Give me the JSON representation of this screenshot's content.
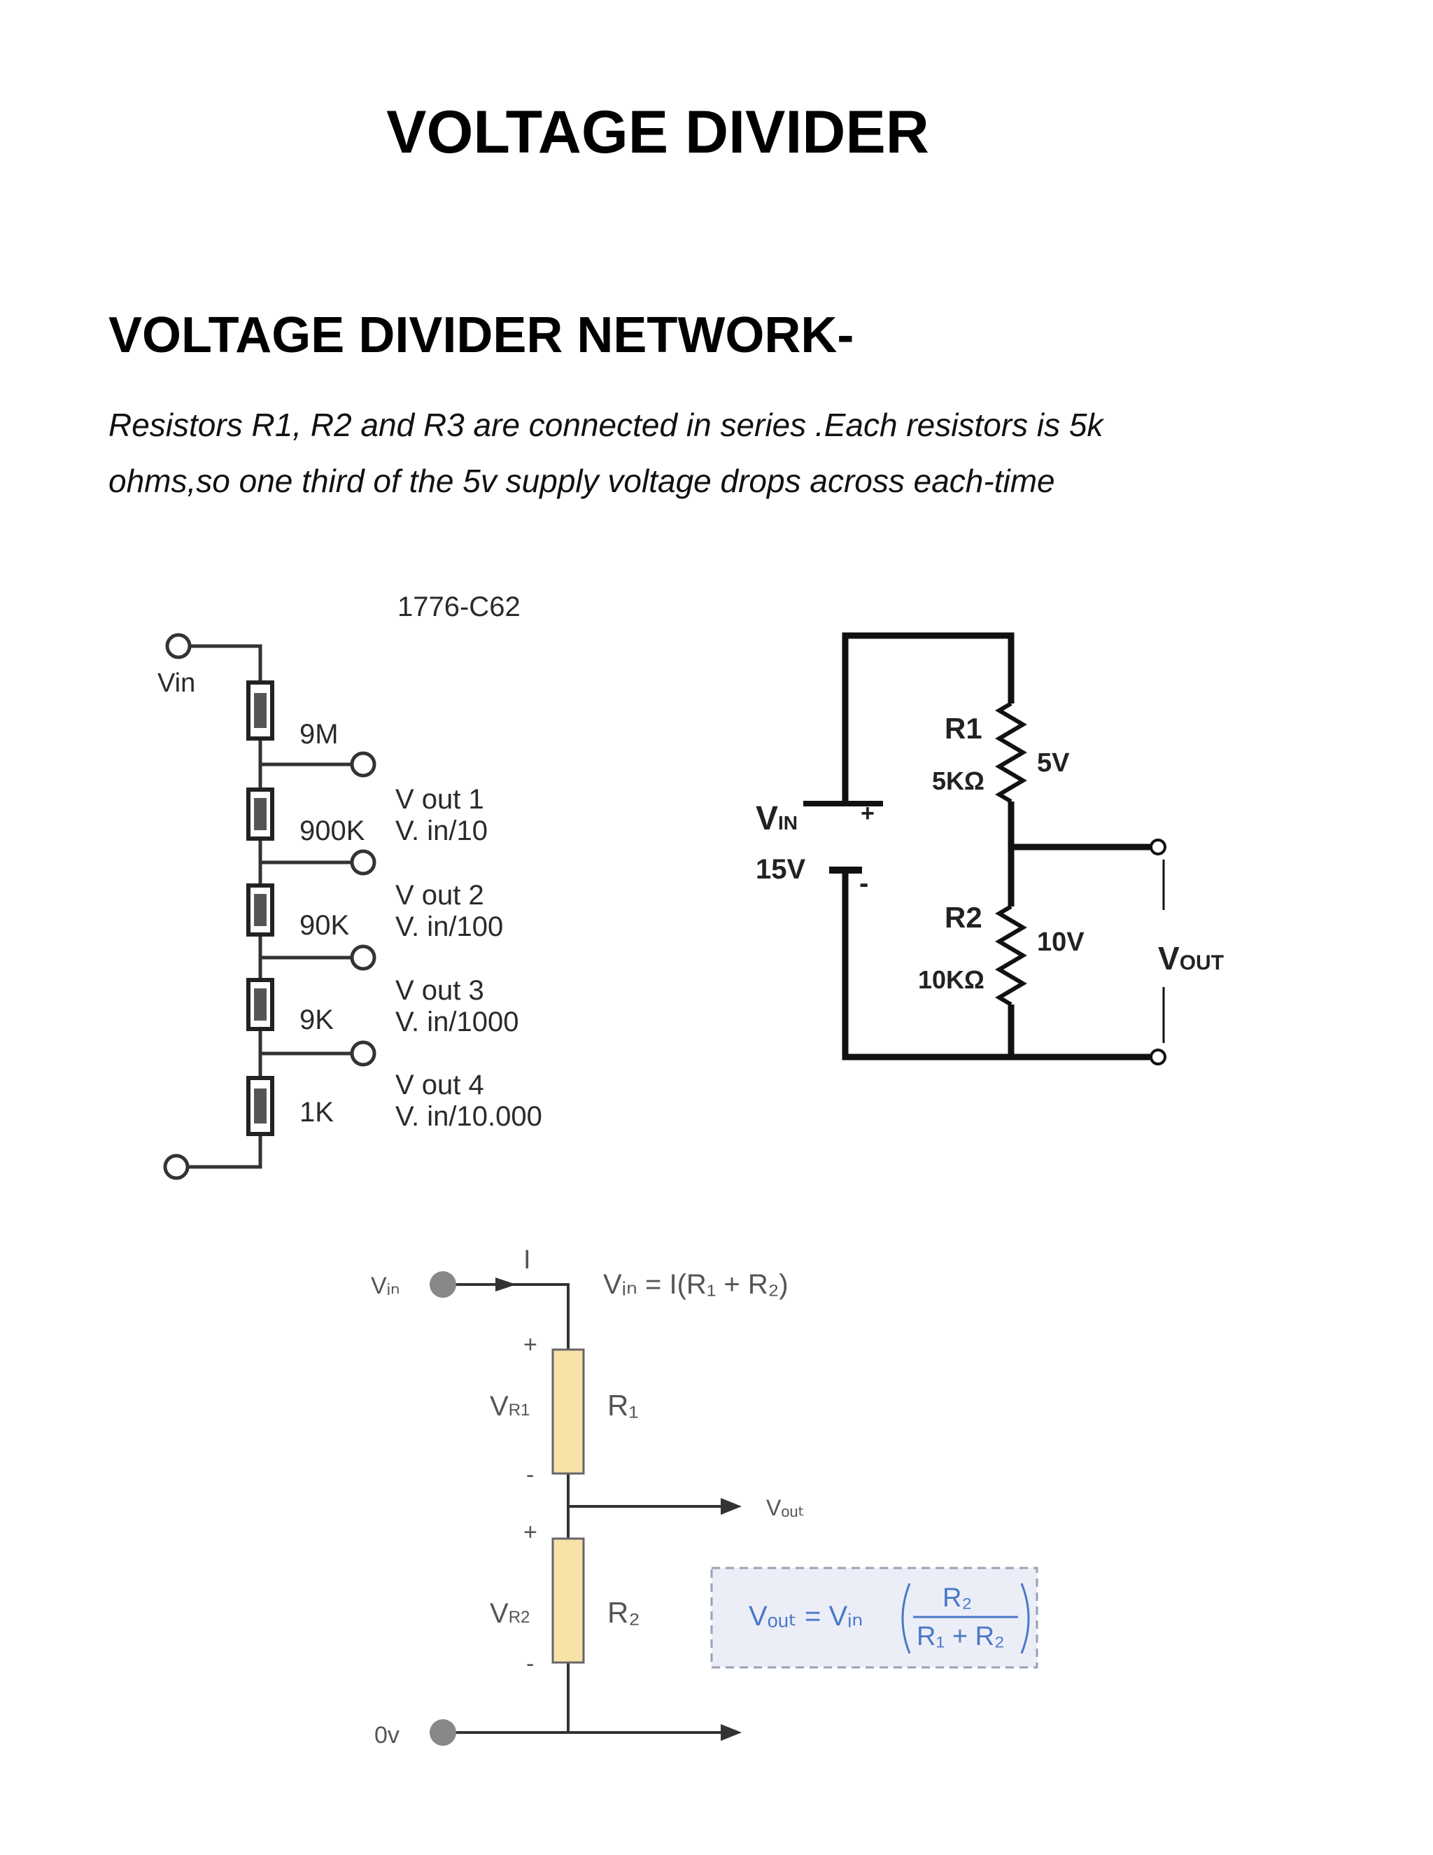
{
  "document": {
    "title": "VOLTAGE DIVIDER",
    "heading": "VOLTAGE DIVIDER NETWORK-",
    "paragraph_line1": "Resistors R1, R2 and R3 are connected in series .Each resistors is 5k",
    "paragraph_line2": "ohms,so one third of the 5v supply voltage drops across each-time"
  },
  "diagram1": {
    "code": "1776-C62",
    "vin": "Vin",
    "resistors": [
      "9M",
      "900K",
      "90K",
      "9K",
      "1K"
    ],
    "outputs": [
      {
        "name": "V out 1",
        "ratio": "V. in/10"
      },
      {
        "name": "V out 2",
        "ratio": "V. in/100"
      },
      {
        "name": "V out 3",
        "ratio": "V. in/1000"
      },
      {
        "name": "V out 4",
        "ratio": "V. in/10.000"
      }
    ]
  },
  "diagram2": {
    "vin_main": "V",
    "vin_sub": "IN",
    "vin_value": "15V",
    "plus": "+",
    "minus": "-",
    "r1_name": "R1",
    "r1_value": "5KΩ",
    "r1_drop": "5V",
    "r2_name": "R2",
    "r2_value": "10KΩ",
    "r2_drop": "10V",
    "vout_main": "V",
    "vout_sub": "OUT"
  },
  "diagram3": {
    "vin_label": "Vᵢₙ",
    "current": "I",
    "equation_vin": "Vᵢₙ = I(R₁ + R₂)",
    "vr1": "V",
    "vr1_sub": "R1",
    "vr2": "V",
    "vr2_sub": "R2",
    "r1": "R₁",
    "r2": "R₂",
    "plus": "+",
    "minus": "-",
    "vout": "Vₒᵤₜ",
    "ground": "0v",
    "formula_left": "Vₒᵤₜ  =  Vᵢₙ",
    "formula_num": "R₂",
    "formula_den": "R₁ + R₂",
    "colors": {
      "resistor_fill": "#f7e2a8",
      "formula_bg": "#eceef7",
      "formula_text": "#4a78c8"
    }
  }
}
